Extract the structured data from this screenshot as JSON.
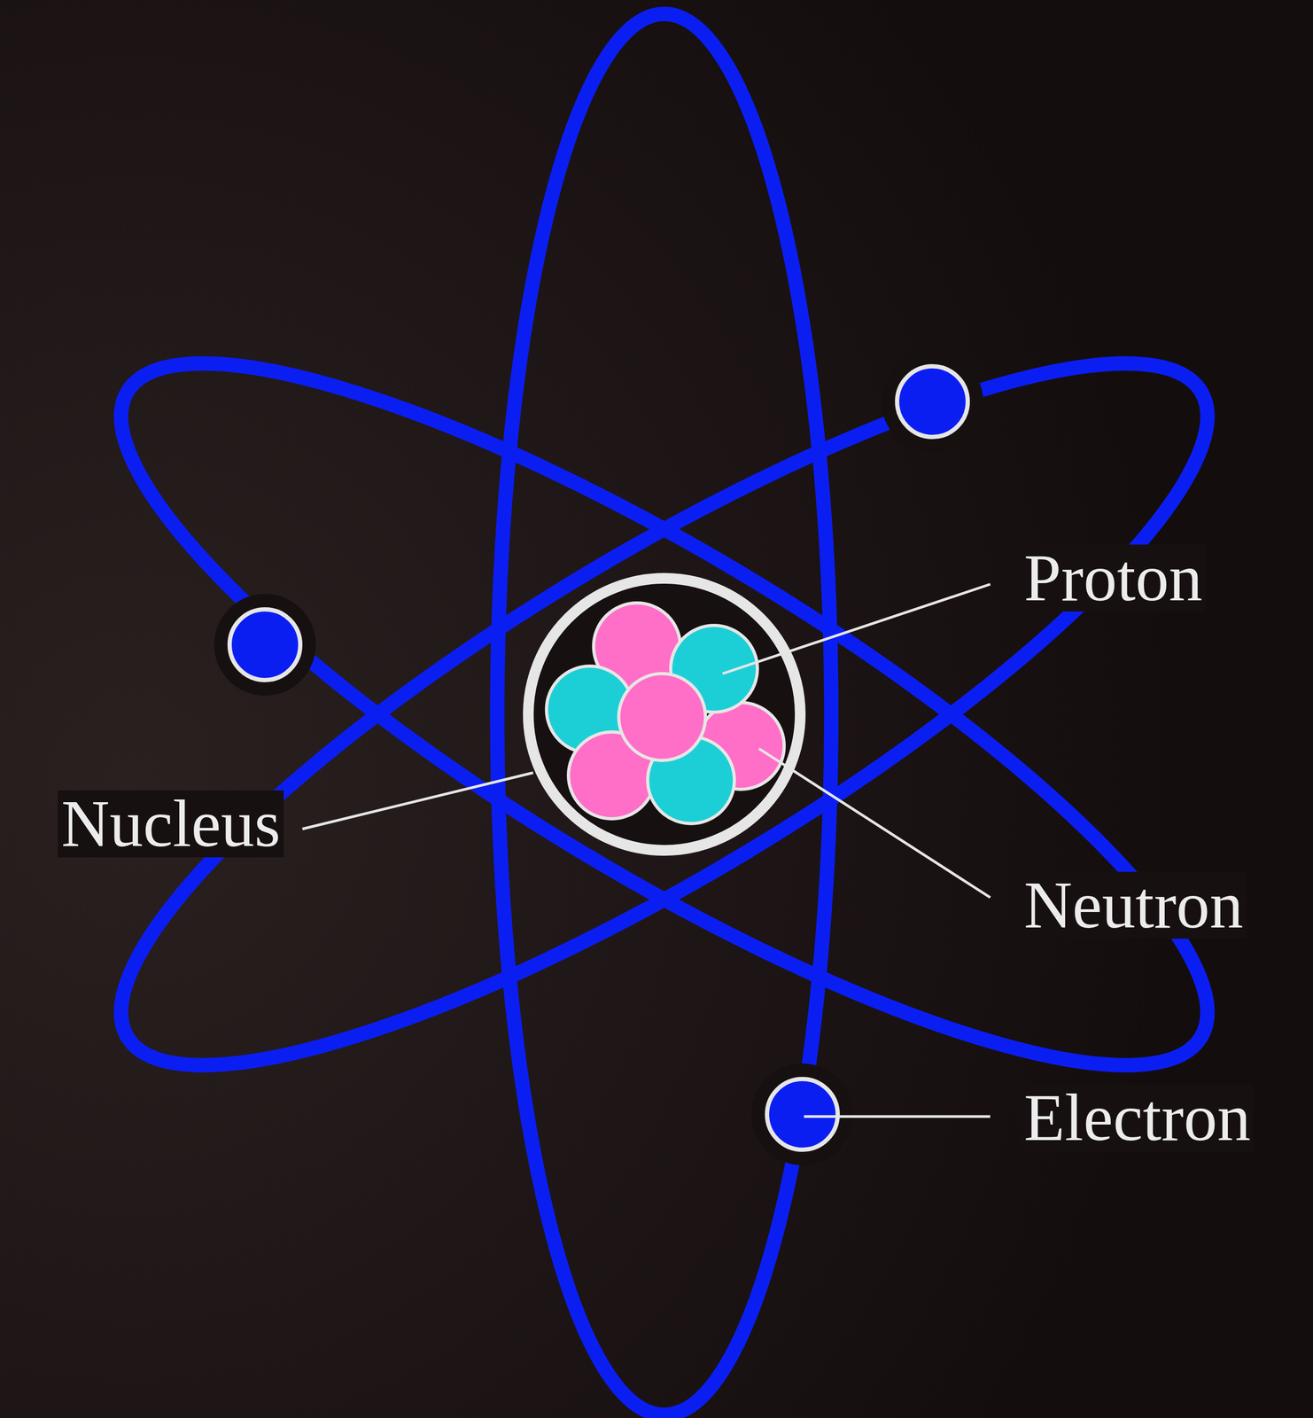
{
  "diagram": {
    "labels": [
      "Proton",
      "Nucleus",
      "Neutron",
      "Electron"
    ]
  }
}
